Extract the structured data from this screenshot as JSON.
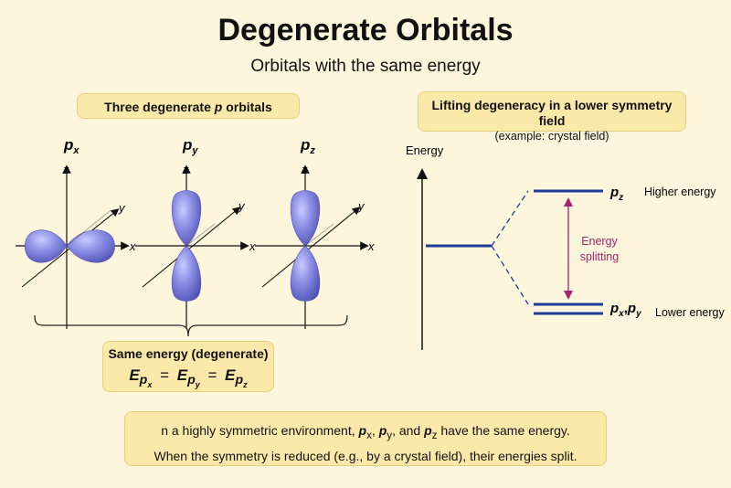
{
  "header": {
    "title": "Degenerate Orbitals",
    "subtitle": "Orbitals with the same energy"
  },
  "left_panel": {
    "heading_prefix": "Three degenerate ",
    "heading_var": "p",
    "heading_suffix": " orbitals",
    "orbitals": [
      {
        "base": "p",
        "sub": "x"
      },
      {
        "base": "p",
        "sub": "y"
      },
      {
        "base": "p",
        "sub": "z"
      }
    ],
    "axis_labels": {
      "x": "x",
      "y": "y",
      "z": "z"
    },
    "same_energy_label": "Same energy (degenerate)",
    "equation": {
      "base": "E",
      "base_sub": "p",
      "subs": [
        "x",
        "y",
        "z"
      ],
      "operator": "="
    }
  },
  "right_panel": {
    "heading": "Lifting degeneracy in a lower symmetry field",
    "subheading": "(example: crystal field)",
    "energy_axis_label": "Energy",
    "upper_level": {
      "base": "p",
      "sub": "z",
      "note": "Higher energy"
    },
    "lower_level": {
      "base_1": "p",
      "sub_1": "x",
      "separator": ",",
      "base_2": "p",
      "sub_2": "y",
      "note": "Lower energy"
    },
    "splitting_label_line1": "Energy",
    "splitting_label_line2": "splitting"
  },
  "footer": {
    "line1_prefix": "n a highly symmetric environment, ",
    "line1_p1": "p",
    "line1_s1": "x",
    "line1_sep1": ", ",
    "line1_p2": "p",
    "line1_s2": "y",
    "line1_sep2": ", and ",
    "line1_p3": "p",
    "line1_s3": "z",
    "line1_suffix": " have the same energy.",
    "line2": "When the symmetry is reduced (e.g., by a crystal field), their energies split."
  },
  "colors": {
    "background": "#fdf6dc",
    "box_fill": "#fbe9aa",
    "orbital_lobe": "#7f80dc",
    "level_line": "#1f3a9a",
    "split_arrow": "#a3276a"
  }
}
